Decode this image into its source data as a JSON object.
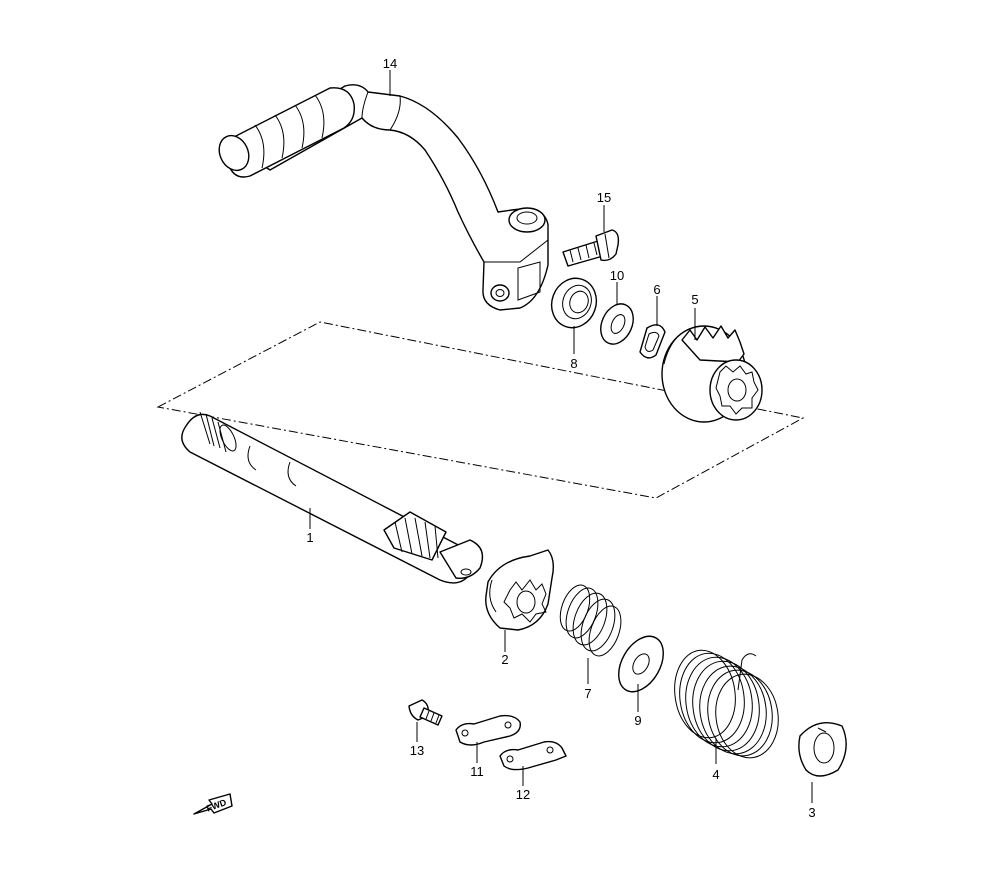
{
  "callouts": [
    {
      "id": "p1",
      "label": "1"
    },
    {
      "id": "p2",
      "label": "2"
    },
    {
      "id": "p3",
      "label": "3"
    },
    {
      "id": "p4",
      "label": "4"
    },
    {
      "id": "p5",
      "label": "5"
    },
    {
      "id": "p6",
      "label": "6"
    },
    {
      "id": "p7",
      "label": "7"
    },
    {
      "id": "p8",
      "label": "8"
    },
    {
      "id": "p9",
      "label": "9"
    },
    {
      "id": "p10",
      "label": "10"
    },
    {
      "id": "p11",
      "label": "11"
    },
    {
      "id": "p12",
      "label": "12"
    },
    {
      "id": "p13",
      "label": "13"
    },
    {
      "id": "p14",
      "label": "14"
    },
    {
      "id": "p15",
      "label": "15"
    }
  ],
  "fwd_label": "FWD",
  "colors": {
    "line": "#000000",
    "background": "#ffffff"
  }
}
